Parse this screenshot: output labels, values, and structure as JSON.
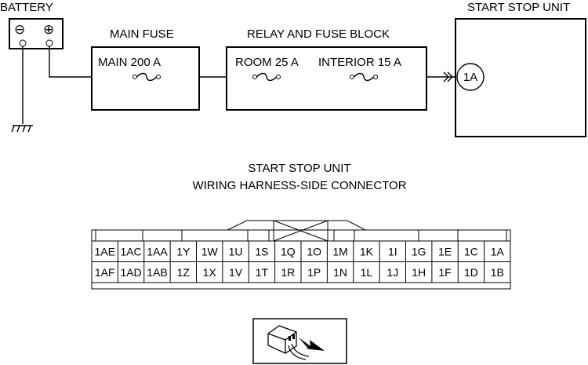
{
  "diagram": {
    "battery_label": "BATTERY",
    "battery_neg": "⊖",
    "battery_pos": "⊕",
    "main_fuse_box_title": "MAIN FUSE",
    "main_fuse_label": "MAIN 200 A",
    "relay_box_title": "RELAY AND FUSE BLOCK",
    "room_fuse_label": "ROOM 25 A",
    "interior_fuse_label": "INTERIOR 15 A",
    "start_stop_unit_title": "START STOP UNIT",
    "terminal_label": "1A"
  },
  "connector": {
    "title_line1": "START STOP UNIT",
    "title_line2": "WIRING HARNESS-SIDE CONNECTOR",
    "top_row": [
      "1AE",
      "1AC",
      "1AA",
      "1Y",
      "1W",
      "1U",
      "1S",
      "1Q",
      "1O",
      "1M",
      "1K",
      "1I",
      "1G",
      "1E",
      "1C",
      "1A"
    ],
    "bottom_row": [
      "1AF",
      "1AD",
      "1AB",
      "1Z",
      "1X",
      "1V",
      "1T",
      "1R",
      "1P",
      "1N",
      "1L",
      "1J",
      "1H",
      "1F",
      "1D",
      "1B"
    ]
  },
  "icons": {
    "view_icon": "connector-view-arrow"
  }
}
